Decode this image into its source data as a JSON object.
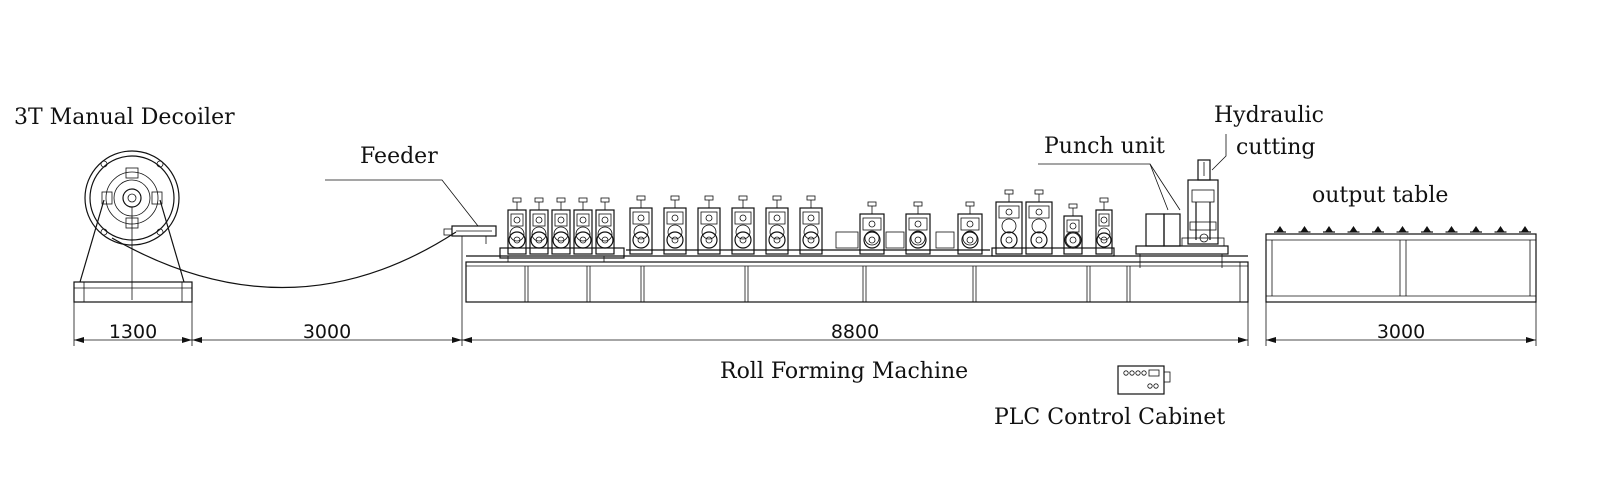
{
  "labels": {
    "decoiler": "3T Manual Decoiler",
    "feeder": "Feeder",
    "punch_unit": "Punch unit",
    "hydraulic_line1": "Hydraulic",
    "hydraulic_line2": "cutting",
    "output_table": "output table",
    "roll_forming": "Roll Forming Machine",
    "plc": "PLC Control Cabinet"
  },
  "dimensions": {
    "decoiler_length": "1300",
    "gap_length": "3000",
    "machine_length": "8800",
    "table_length": "3000"
  }
}
